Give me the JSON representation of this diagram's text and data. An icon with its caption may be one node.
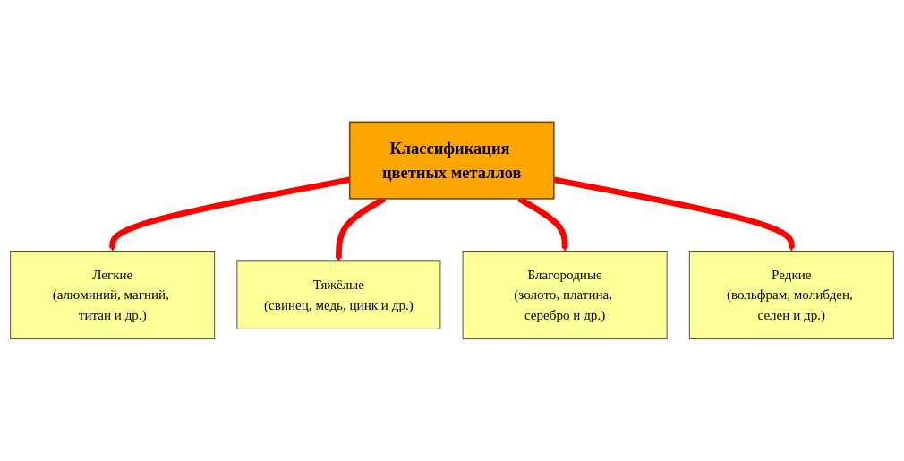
{
  "diagram": {
    "nodes": [
      {
        "text": [
          "Классификация цветных металлов"
        ]
      },
      {
        "text": [
          "Легкие",
          "(алюминий, магний, титан и др.)"
        ]
      },
      {
        "text": [
          "Редкие",
          "(вольфрам, молибден, селен и др.)"
        ]
      },
      {
        "text": [
          "Тяжёлые",
          "(свинец, медь, цинк и др.)"
        ]
      },
      {
        "text": [
          "Благородные",
          "(золото, платина, серебро и др.)"
        ]
      }
    ],
    "edges": [
      {
        "from": 0,
        "to": 1,
        "arrow": "to"
      },
      {
        "from": 0,
        "to": 3,
        "arrow": "to"
      },
      {
        "from": 0,
        "to": 4,
        "arrow": "to"
      },
      {
        "from": 0,
        "to": 2,
        "arrow": "to"
      }
    ]
  }
}
